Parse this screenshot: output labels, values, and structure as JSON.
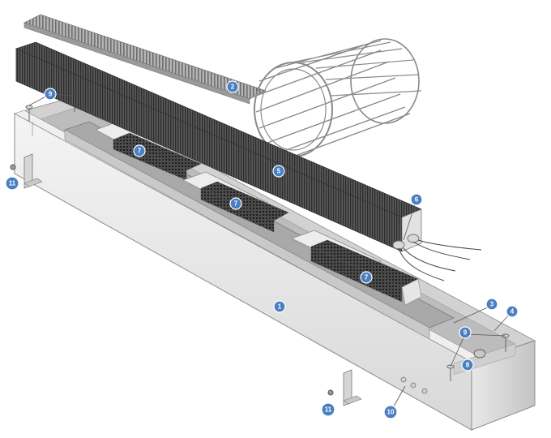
{
  "diagram": {
    "callouts": [
      {
        "id": "c2",
        "label": "2"
      },
      {
        "id": "c5",
        "label": "5"
      },
      {
        "id": "c6",
        "label": "6"
      },
      {
        "id": "c7a",
        "label": "7"
      },
      {
        "id": "c7b",
        "label": "7"
      },
      {
        "id": "c7c",
        "label": "7"
      },
      {
        "id": "c9a",
        "label": "9"
      },
      {
        "id": "c9b",
        "label": "9"
      },
      {
        "id": "c1",
        "label": "1"
      },
      {
        "id": "c3",
        "label": "3"
      },
      {
        "id": "c4",
        "label": "4"
      },
      {
        "id": "c8",
        "label": "8"
      },
      {
        "id": "c10",
        "label": "10"
      },
      {
        "id": "c11a",
        "label": "11"
      },
      {
        "id": "c11b",
        "label": "11"
      }
    ],
    "colors": {
      "callout_fill": "#4a7fc1",
      "callout_stroke": "#ffffff",
      "metal_light": "#e6e6e6",
      "metal_mid": "#bdbdbd",
      "metal_dark": "#8c8c8c",
      "fin_dark": "#3a3a3a"
    }
  }
}
